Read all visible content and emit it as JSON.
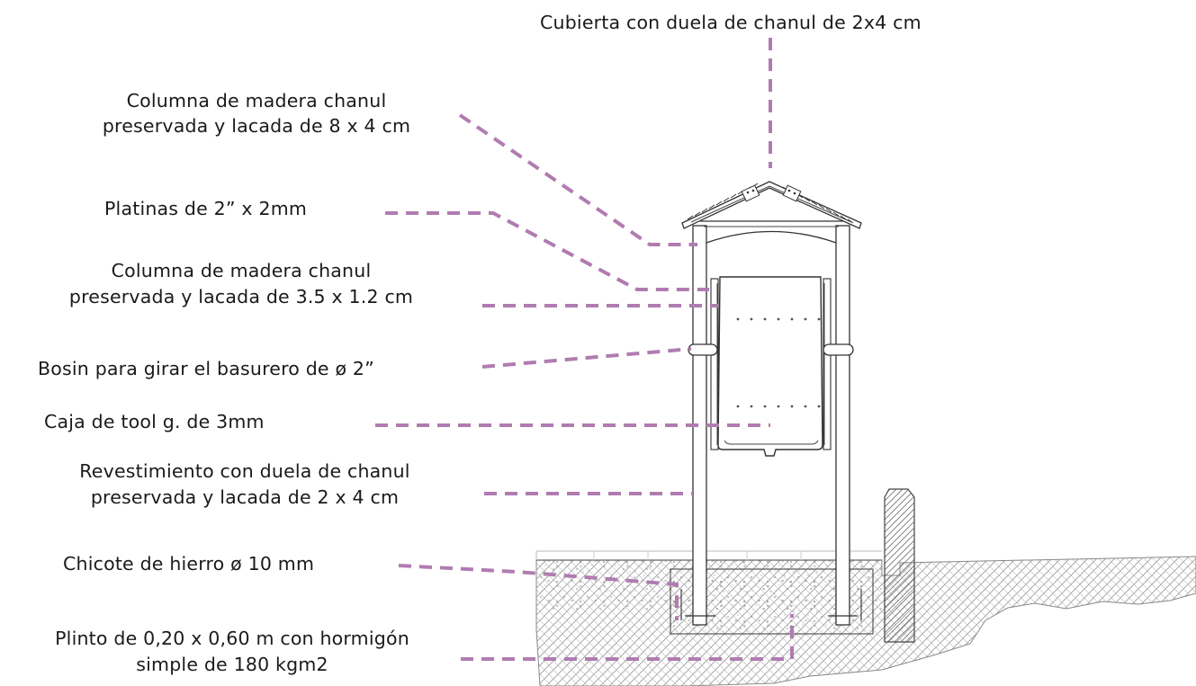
{
  "colors": {
    "leader": "#b07cb0",
    "linework": "#333333",
    "background": "#ffffff"
  },
  "labels": {
    "cubierta": "Cubierta con duela de chanul de 2x4 cm",
    "columna_8x4_l1": "Columna de madera chanul",
    "columna_8x4_l2": "preservada y lacada de 8 x 4 cm",
    "platinas": "Platinas de 2” x 2mm",
    "columna_35_l1": "Columna de madera chanul",
    "columna_35_l2": "preservada y lacada de 3.5 x 1.2 cm",
    "bosin": "Bosin para girar el basurero de ø 2”",
    "caja": "Caja de tool g. de 3mm",
    "revestimiento_l1": "Revestimiento con duela de chanul",
    "revestimiento_l2": "preservada y lacada de 2 x 4 cm",
    "chicote": "Chicote de hierro ø 10 mm",
    "plinto_l1": "Plinto de 0,20 x 0,60 m con hormigón",
    "plinto_l2": "simple de 180 kgm2"
  }
}
